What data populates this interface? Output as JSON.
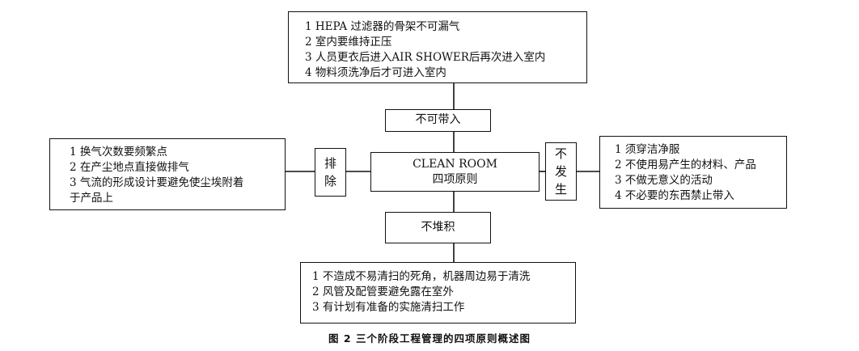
{
  "top_box": {
    "lines": [
      "1  HEPA 过滤器的骨架不可漏气",
      "2 室内要维持正压",
      "3 人员更衣后进入AIR SHOWER后再次进入室内",
      "4  物料须洗净后才可进入室内"
    ]
  },
  "top_label": "不可带入",
  "left_box": {
    "lines": [
      "1 换气次数要频繁点",
      "2 在产尘地点直接做排气",
      "3 气流的形成设计要避免使尘埃附着",
      "   于产品上"
    ]
  },
  "left_label": [
    "排",
    "除"
  ],
  "center_box": {
    "title": "CLEAN ROOM",
    "subtitle": "四项原则"
  },
  "right_label": [
    "不",
    "发",
    "生"
  ],
  "right_box": {
    "lines": [
      "1 须穿洁净服",
      " 2 不使用易产生的材料、产品",
      " 3 不做无意义的活动",
      "  4 不必要的东西禁止带入"
    ]
  },
  "bottom_label": "不堆积",
  "bottom_box": {
    "lines": [
      "1 不造成不易清扫的死角，机器周边易于清洗",
      "2 风管及配管要避免露在室外",
      "3  有计划有准备的实施清扫工作"
    ]
  },
  "caption": "图 2   三个阶段工程管理的四项原则概述图"
}
